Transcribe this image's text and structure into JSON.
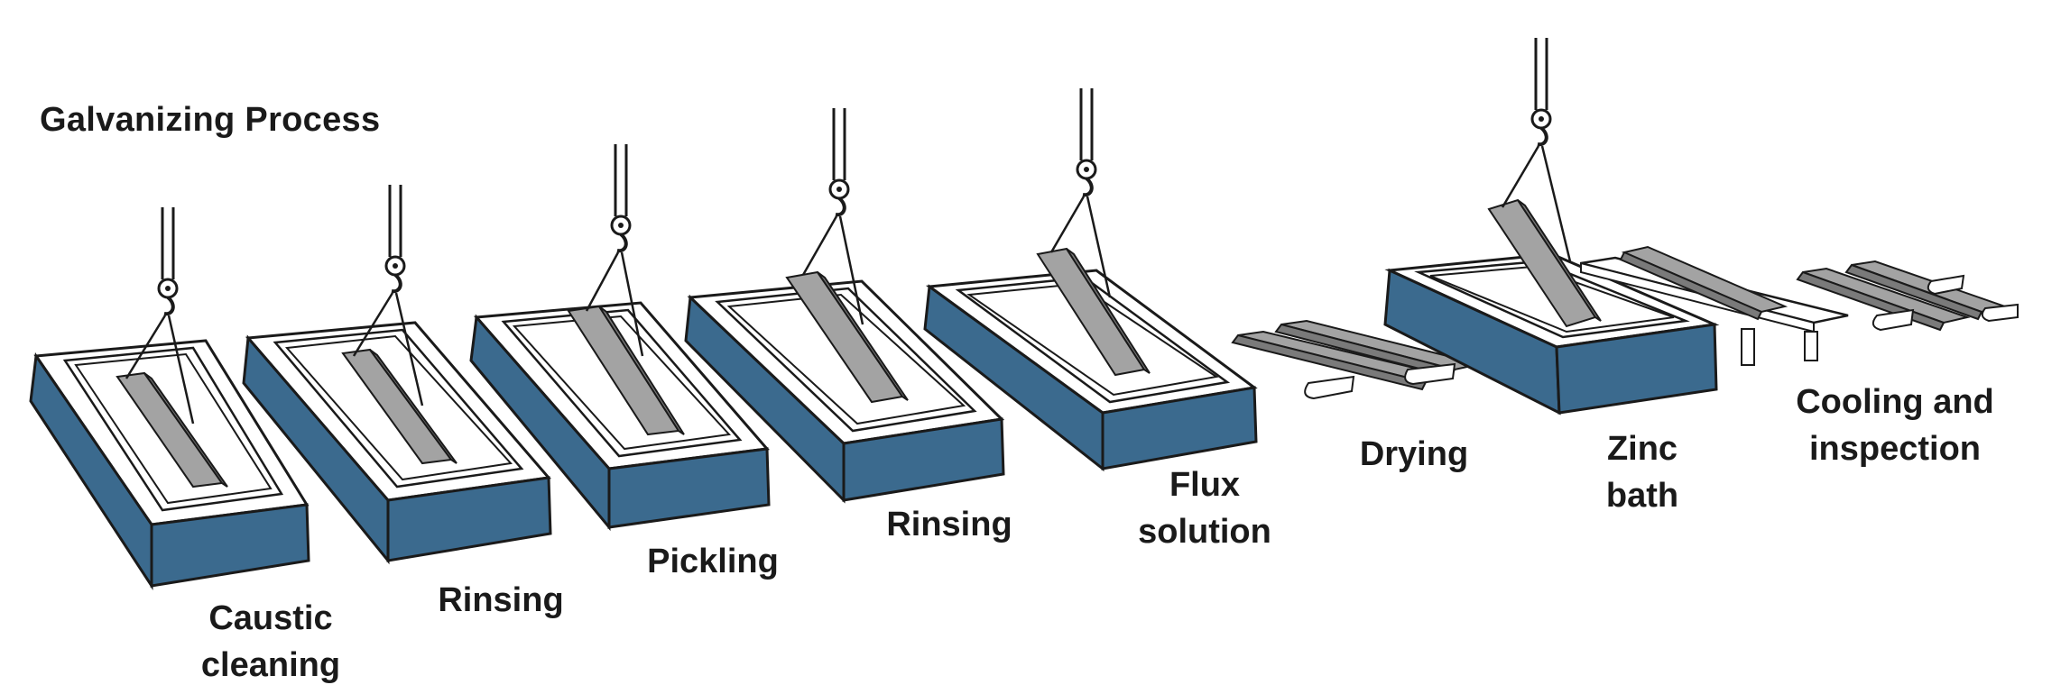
{
  "title": "Galvanizing Process",
  "colors": {
    "tank_side": "#3b6a8e",
    "tank_top": "#ffffff",
    "beam": "#a3a3a3",
    "beam_dark": "#7a7a7a",
    "outline": "#1a1a1a"
  },
  "steps": [
    {
      "line1": "Caustic",
      "line2": "cleaning"
    },
    {
      "line1": "Rinsing",
      "line2": ""
    },
    {
      "line1": "Pickling",
      "line2": ""
    },
    {
      "line1": "Rinsing",
      "line2": ""
    },
    {
      "line1": "Flux",
      "line2": "solution"
    },
    {
      "line1": "Drying",
      "line2": ""
    },
    {
      "line1": "Zinc",
      "line2": "bath"
    },
    {
      "line1": "Cooling and",
      "line2": "inspection"
    }
  ]
}
